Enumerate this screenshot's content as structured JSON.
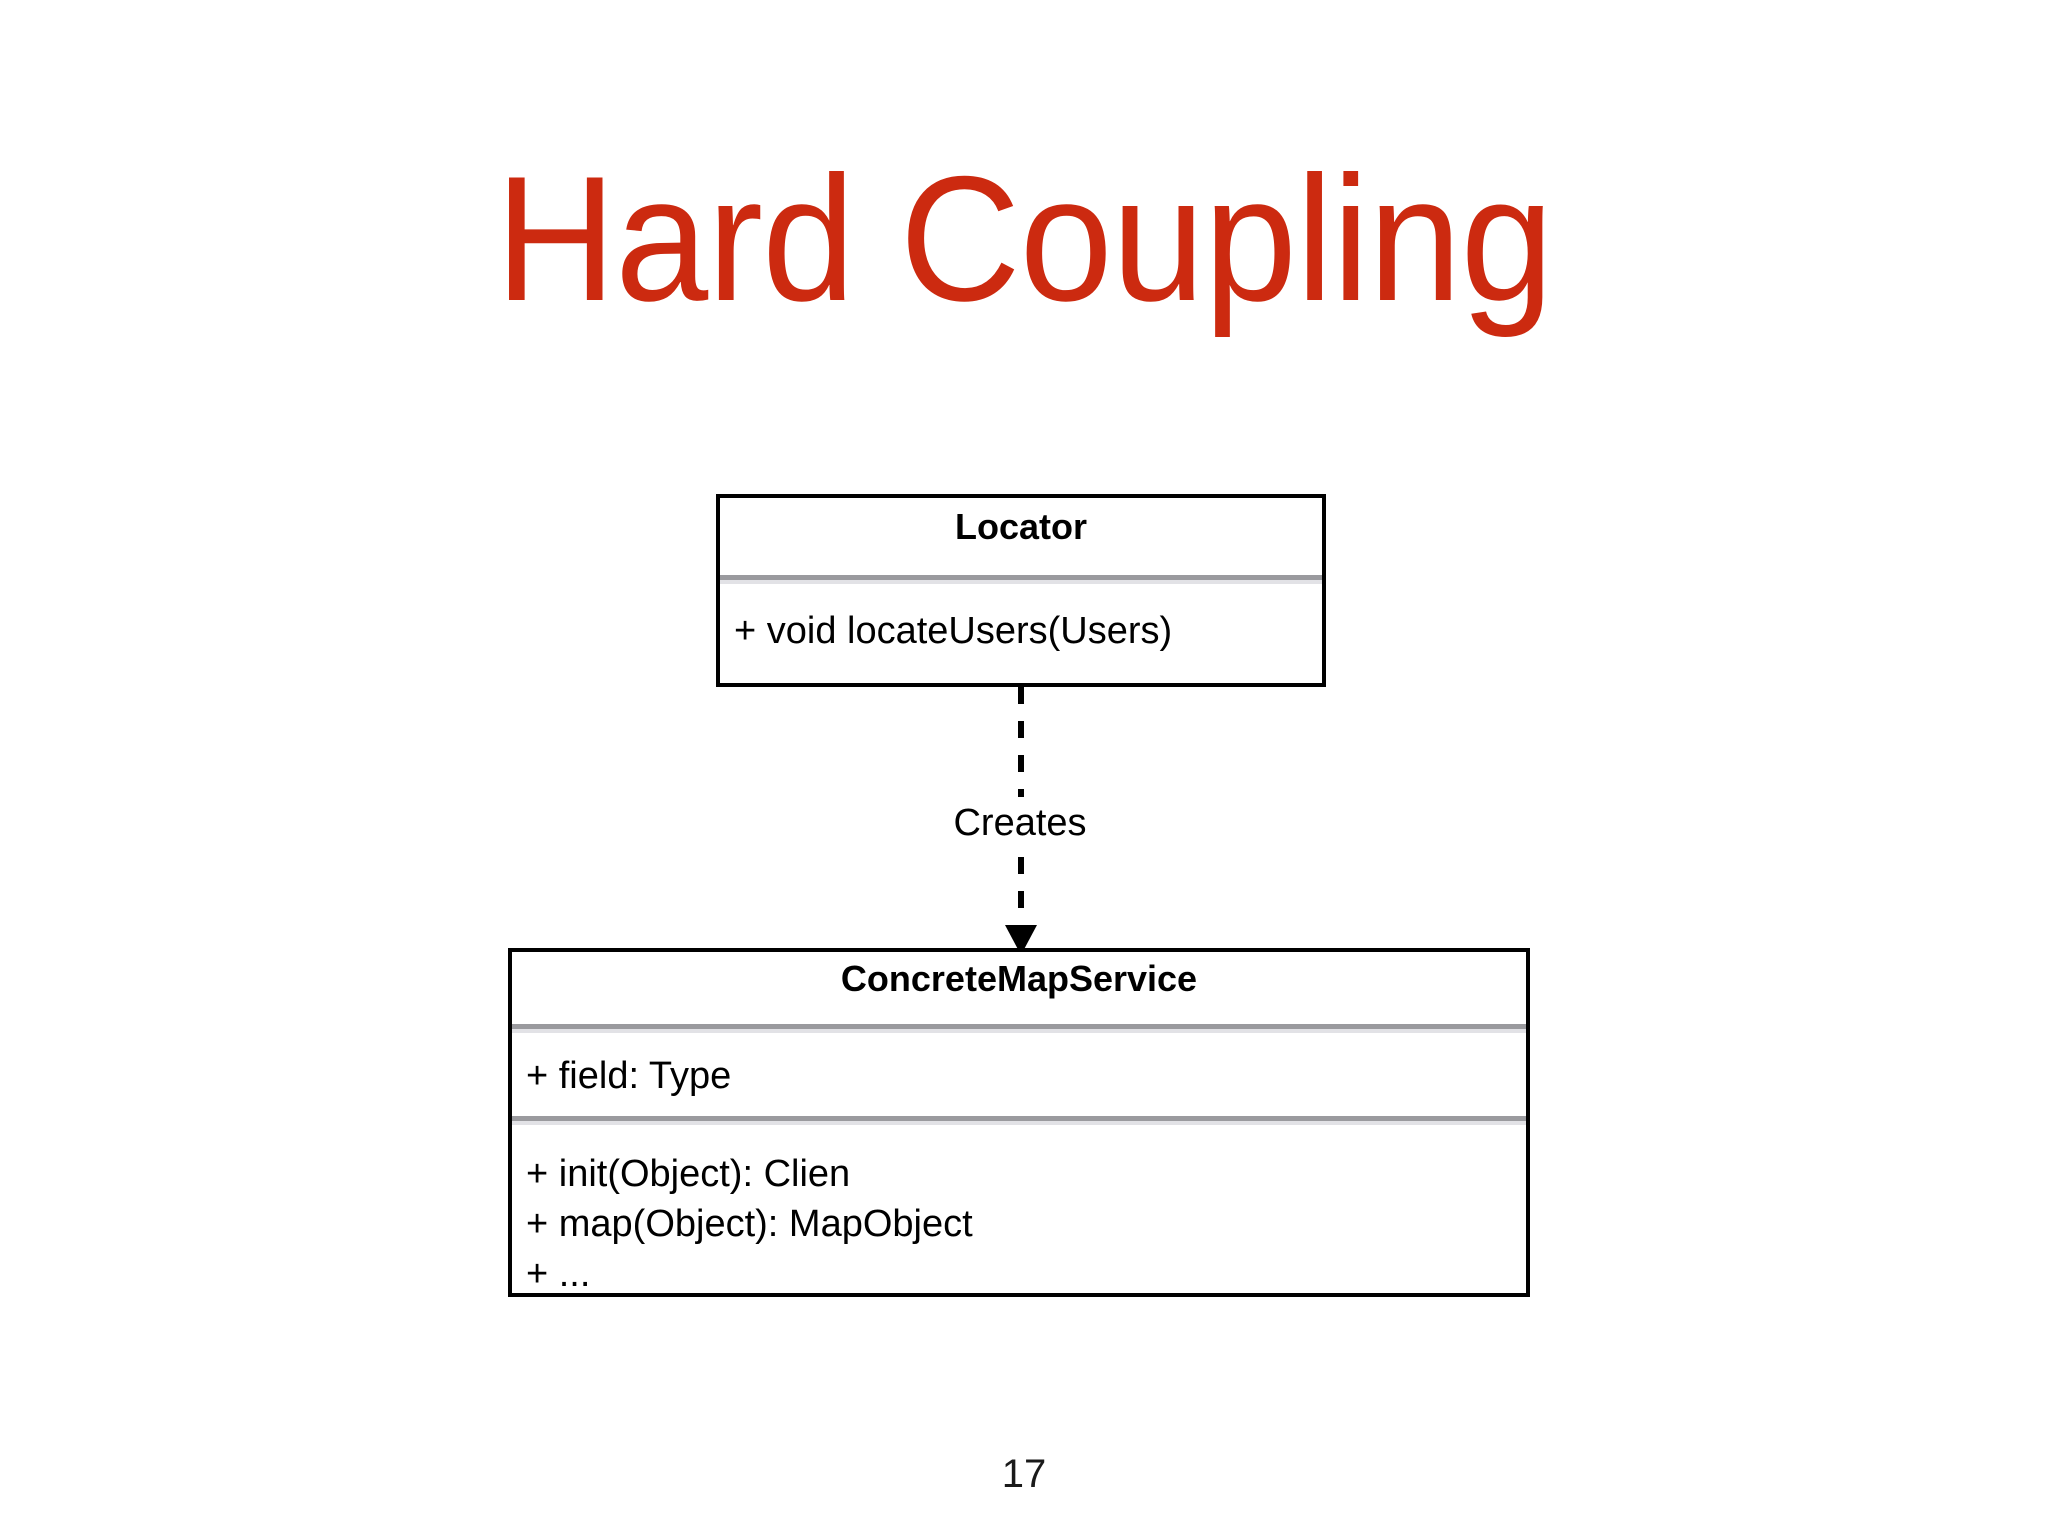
{
  "slide": {
    "title": "Hard Coupling",
    "title_color": "#cc2a10",
    "background_color": "#ffffff",
    "page_number": "17"
  },
  "diagram": {
    "type": "uml-class-diagram",
    "classes": [
      {
        "id": "locator",
        "name": "Locator",
        "attributes": [],
        "operations": [
          "+ void locateUsers(Users)"
        ]
      },
      {
        "id": "concretemapservice",
        "name": "ConcreteMapService",
        "attributes": [
          "+ field: Type"
        ],
        "operations": [
          "+ init(Object): Clien",
          "+ map(Object): MapObject",
          "+ ..."
        ]
      }
    ],
    "relationships": [
      {
        "id": "creates",
        "label": "Creates",
        "from": "locator",
        "to": "concretemapservice",
        "style": "dashed",
        "arrowhead": "filled-triangle",
        "stroke_color": "#000000"
      }
    ]
  }
}
